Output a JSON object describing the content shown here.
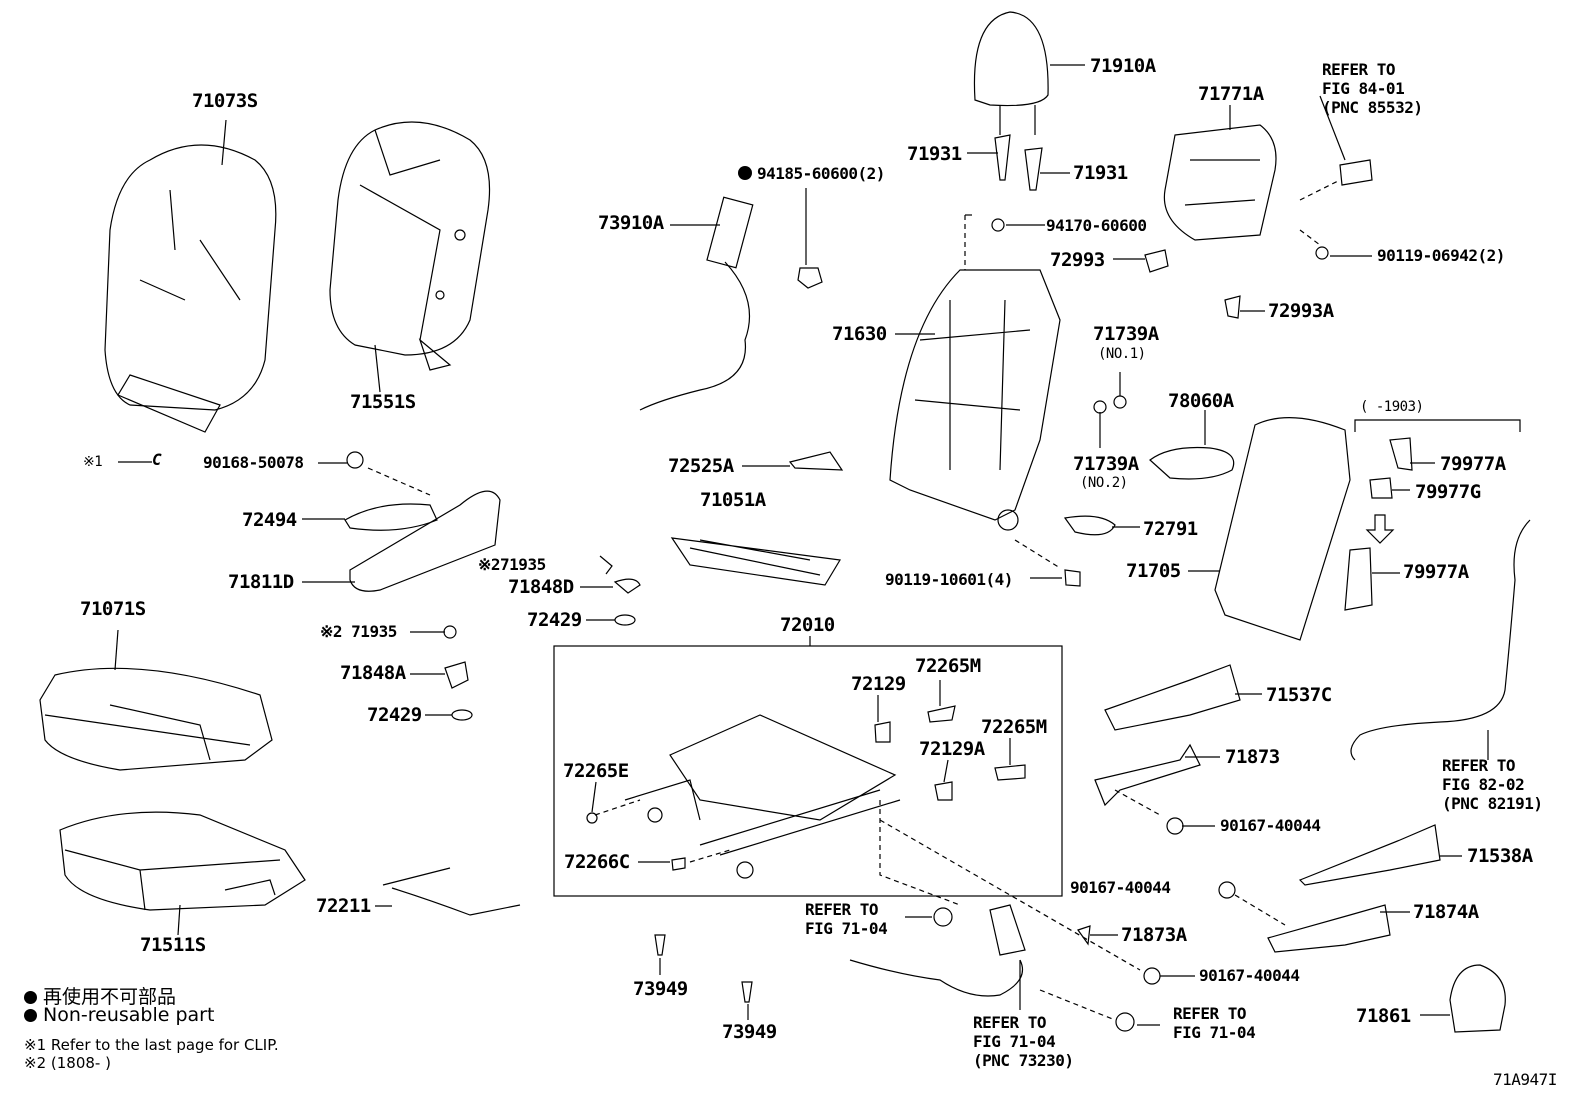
{
  "diagram_id": "71A947I",
  "labels": {
    "p71073S": "71073S",
    "p71551S": "71551S",
    "p71071S": "71071S",
    "p71511S": "71511S",
    "p90168": "90168-50078",
    "p72494": "72494",
    "p71811D": "71811D",
    "p71935a": "※271935",
    "p71848D": "71848D",
    "p71935b": "※2 71935",
    "p71848A": "71848A",
    "p72429a": "72429",
    "p72429b": "72429",
    "p72211": "72211",
    "p73910A": "73910A",
    "p94185": "94185-60600(2)",
    "p72525A": "72525A",
    "p71051A": "71051A",
    "p72010": "72010",
    "p72129": "72129",
    "p72265M1": "72265M",
    "p72265M2": "72265M",
    "p72129A": "72129A",
    "p72265E": "72265E",
    "p72266C": "72266C",
    "p73949a": "73949",
    "p73949b": "73949",
    "p71910A": "71910A",
    "p71931a": "71931",
    "p71931b": "71931",
    "p94170": "94170-60600",
    "p72993": "72993",
    "p71630": "71630",
    "p71739A1": "71739A",
    "p71739A1n": "(NO.1)",
    "p71739A2": "71739A",
    "p71739A2n": "(NO.2)",
    "p72791": "72791",
    "p90119_10601": "90119-10601(4)",
    "p71771A": "71771A",
    "p90119_06942": "90119-06942(2)",
    "p72993A": "72993A",
    "p78060A": "78060A",
    "p71705": "71705",
    "p1903": "(      -1903)",
    "p79977A1": "79977A",
    "p79977G": "79977G",
    "p79977A2": "79977A",
    "p71537C": "71537C",
    "p71873": "71873",
    "p90167a": "90167-40044",
    "p90167b": "90167-40044",
    "p90167c": "90167-40044",
    "p71538A": "71538A",
    "p71874A": "71874A",
    "p71873A": "71873A",
    "p71861": "71861",
    "clip_note": "※1",
    "clip_sym": "C"
  },
  "refs": {
    "ref_84_01": "REFER TO\nFIG 84-01\n(PNC 85532)",
    "ref_82_02": "REFER TO\nFIG 82-02\n(PNC 82191)",
    "ref_71_04a": "REFER TO\nFIG 71-04",
    "ref_71_04b": "REFER TO\nFIG 71-04\n(PNC 73230)",
    "ref_71_04c": "REFER TO\nFIG 71-04"
  },
  "legend": {
    "jp": "再使用不可部品",
    "en": "Non-reusable part",
    "note1": "※1 Refer to the last page for CLIP.",
    "note2": "※2 (1808-       )"
  }
}
